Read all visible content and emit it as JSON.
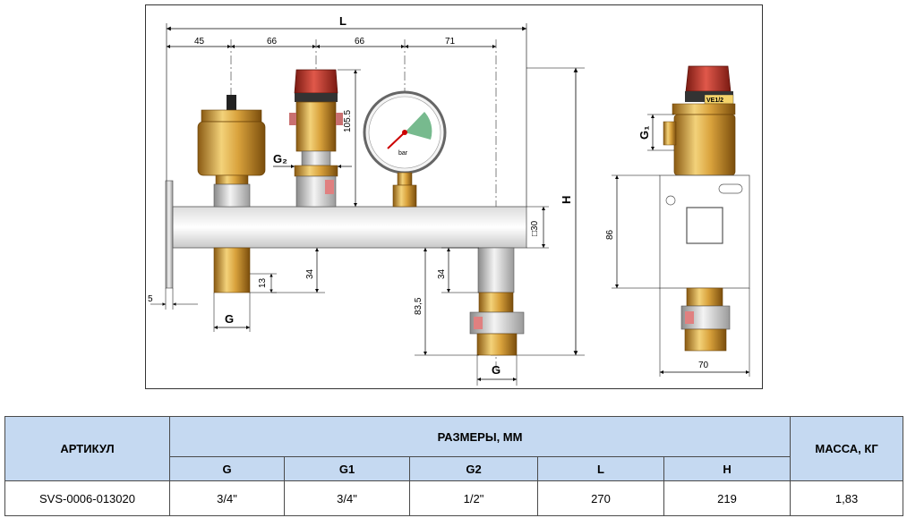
{
  "drawing": {
    "dim_L": "L",
    "dim_H": "H",
    "dim_45": "45",
    "dim_66a": "66",
    "dim_66b": "66",
    "dim_71": "71",
    "dim_105_5": "105.5",
    "dim_30": "□30",
    "dim_34a": "34",
    "dim_34b": "34",
    "dim_13": "13",
    "dim_83_5": "83,5",
    "dim_5": "5",
    "label_G_left": "G",
    "label_G_right": "G",
    "label_G2": "G₂",
    "label_G1": "G₁",
    "dim_86": "86",
    "dim_70": "70",
    "gauge_unit": "bar",
    "brand": "VE1/2"
  },
  "table": {
    "col_article": "АРТИКУЛ",
    "col_dimensions": "РАЗМЕРЫ, ММ",
    "col_mass": "МАССА, КГ",
    "sub_headers": [
      "G",
      "G1",
      "G2",
      "L",
      "H"
    ],
    "rows": [
      {
        "article": "SVS-0006-013020",
        "G": "3/4\"",
        "G1": "3/4\"",
        "G2": "1/2\"",
        "L": "270",
        "H": "219",
        "mass": "1,83"
      }
    ]
  },
  "colors": {
    "header_bg": "#c5d9f1",
    "brass": "#d4a23a",
    "valve_red": "#c0392b"
  }
}
